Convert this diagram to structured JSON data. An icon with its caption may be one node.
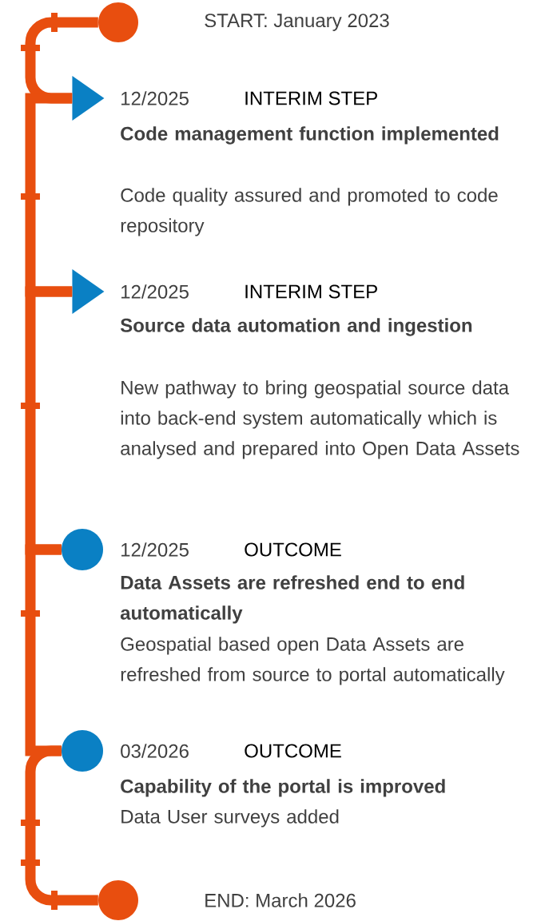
{
  "diagram": {
    "nodes": [
      {
        "text": [],
        "shape": "circle",
        "beside": [
          "START: January 2023"
        ]
      },
      {
        "text": [],
        "shape": "triangle",
        "beside": [
          "12/2025",
          "INTERIM STEP",
          "Code management function implemented",
          "Code quality assured and promoted to code repository"
        ]
      },
      {
        "text": [],
        "shape": "triangle",
        "beside": [
          "12/2025",
          "INTERIM STEP",
          "Source data automation and ingestion",
          "New pathway to bring geospatial source data into back-end system automatically which is analysed and prepared into Open Data Assets"
        ]
      },
      {
        "text": [],
        "shape": "circle",
        "beside": [
          "12/2025",
          "OUTCOME",
          "Data Assets are refreshed end to end automatically",
          "Geospatial based open Data Assets are refreshed from source to portal automatically"
        ]
      },
      {
        "text": [],
        "shape": "circle",
        "beside": [
          "03/2026",
          "OUTCOME",
          "Capability of the portal is improved",
          "Data User surveys added"
        ]
      },
      {
        "text": [],
        "shape": "circle",
        "beside": [
          "END: March 2026"
        ]
      }
    ],
    "edges": [
      {
        "from": 0,
        "to": 1,
        "arrow": "none"
      },
      {
        "from": 1,
        "to": 2,
        "arrow": "none"
      },
      {
        "from": 2,
        "to": 3,
        "arrow": "none"
      },
      {
        "from": 3,
        "to": 4,
        "arrow": "none"
      },
      {
        "from": 4,
        "to": 5,
        "arrow": "none"
      }
    ]
  }
}
